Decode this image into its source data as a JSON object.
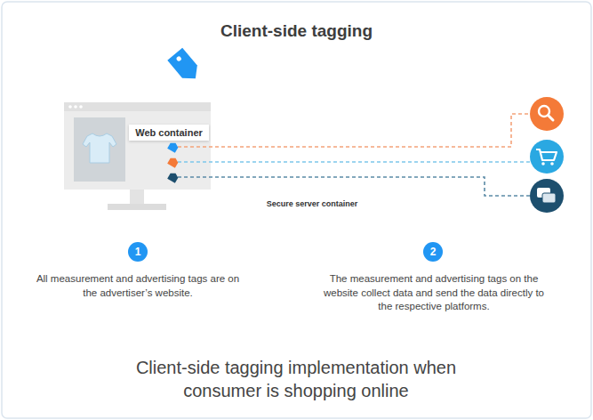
{
  "diagram": {
    "title": "Client-side tagging",
    "caption": "Client-side tagging implementation when consumer is shopping online",
    "nodes": [
      {
        "text": [
          "Web container"
        ]
      },
      {
        "text": [
          "1"
        ]
      },
      {
        "text": [
          "2"
        ]
      }
    ],
    "labels": [
      "Secure server container",
      "All measurement and advertising tags are on the advertiser’s website.",
      "The measurement and advertising tags on the website collect data and send the data directly to the respective platforms."
    ]
  }
}
